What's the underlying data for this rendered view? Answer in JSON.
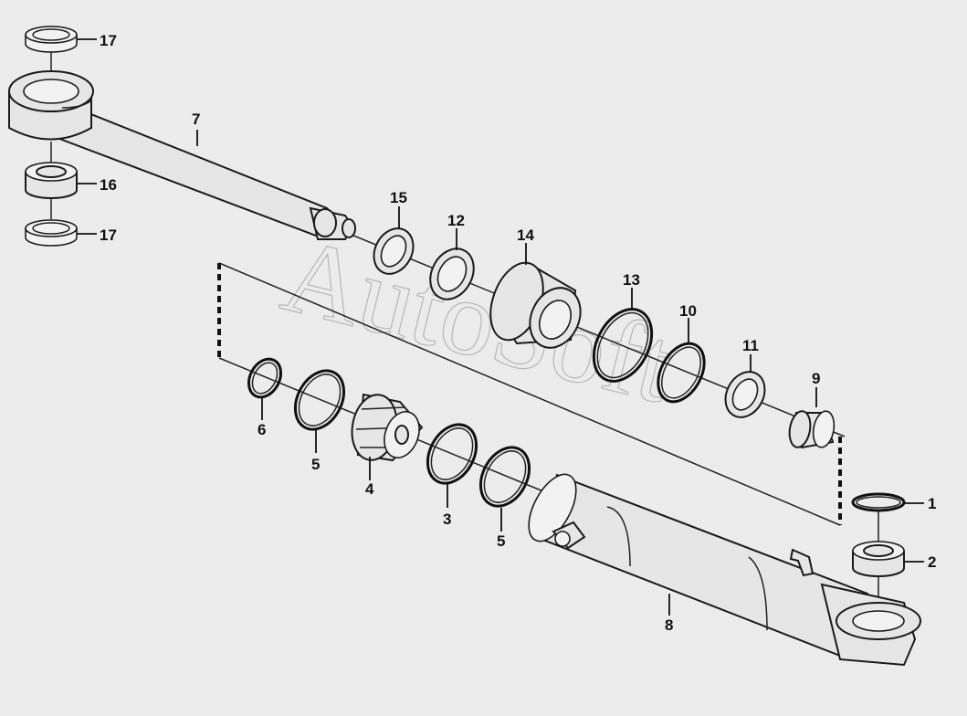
{
  "watermark": "AutoSoft",
  "callouts": {
    "c17a": "17",
    "c16": "16",
    "c17b": "17",
    "c7": "7",
    "c15": "15",
    "c12": "12",
    "c14": "14",
    "c13": "13",
    "c10": "10",
    "c11": "11",
    "c9": "9",
    "c6": "6",
    "c5a": "5",
    "c4": "4",
    "c3": "3",
    "c5b": "5",
    "c1": "1",
    "c2": "2",
    "c8": "8"
  }
}
